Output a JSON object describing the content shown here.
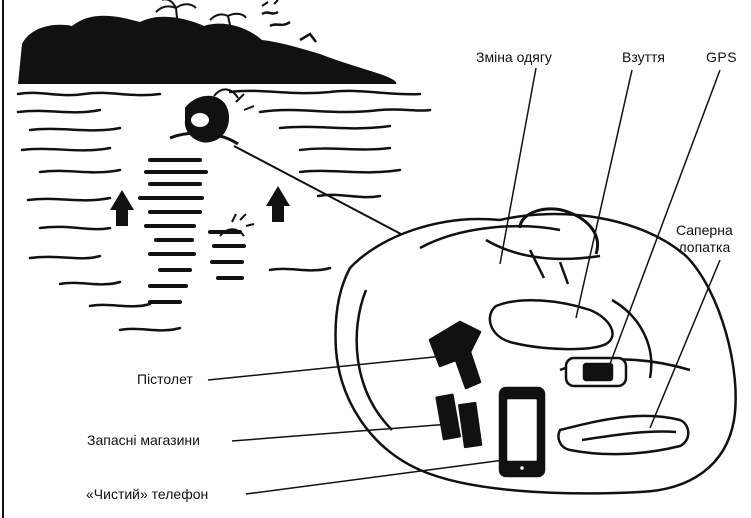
{
  "illustration": {
    "scene": "swimmer-towing-floating-backpack-icon",
    "ink_color": "#111111",
    "paper_color": "#ffffff"
  },
  "callouts": {
    "clothes": "Зміна одягу",
    "shoes": "Взуття",
    "gps": "GPS",
    "shovel_line1": "Саперна",
    "shovel_line2": "лопатка",
    "pistol": "Пістолет",
    "magazines": "Запасні магазини",
    "phone": "«Чистий» телефон"
  }
}
